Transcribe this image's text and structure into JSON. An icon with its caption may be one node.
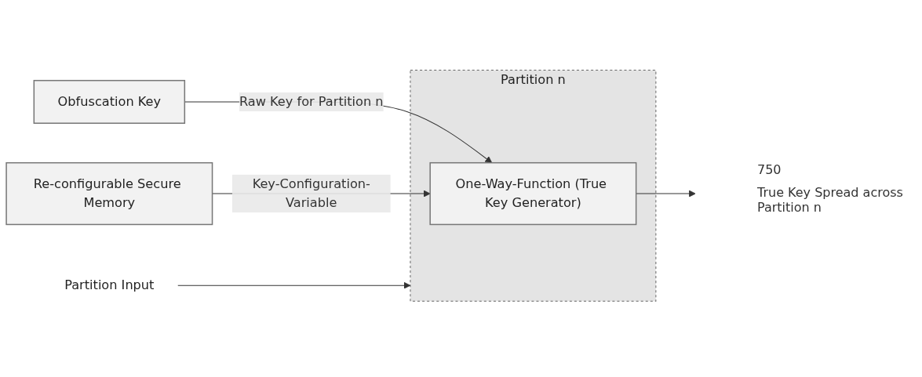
{
  "diagram": {
    "nodes": [
      {
        "text": [
          "Partition n"
        ]
      },
      {
        "text": [
          "Obfuscation Key"
        ]
      },
      {
        "text": [
          "Re-configurable Secure Memory"
        ]
      },
      {
        "text": [
          "One-Way-Function (True Key Generator)"
        ],
        "in": 0
      },
      {
        "text": [
          "Partition Input"
        ]
      }
    ],
    "edges": [
      {
        "from": 4,
        "to": 0,
        "arrow": "to"
      },
      {
        "from": 1,
        "to": 3,
        "label": "Raw Key for Partition n",
        "arrow": "to"
      },
      {
        "from": 2,
        "to": 3,
        "label": "Key-Configuration-Variable",
        "arrow": "to"
      },
      {
        "from": 3,
        "to": null,
        "arrow": "to"
      }
    ],
    "labels": [
      "750",
      "True Key Spread across Partition n"
    ]
  }
}
